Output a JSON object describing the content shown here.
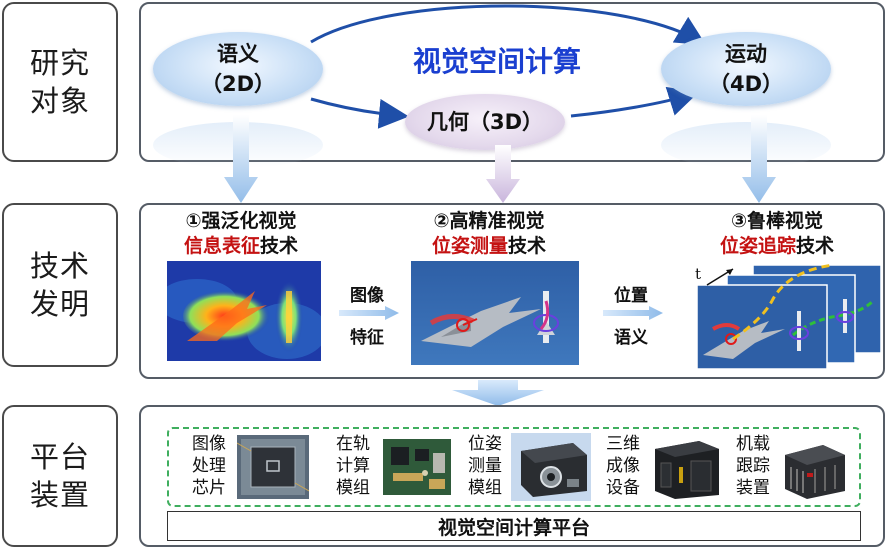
{
  "rows": {
    "research_object": [
      "研究",
      "对象"
    ],
    "tech_invention": [
      "技术",
      "发明"
    ],
    "platform_device": [
      "平台",
      "装置"
    ]
  },
  "research": {
    "center_title": "视觉空间计算",
    "semantic": {
      "line1": "语义",
      "line2": "（2D）"
    },
    "geometry": {
      "line1": "几何（3D）"
    },
    "motion": {
      "line1": "运动",
      "line2": "（4D）"
    }
  },
  "tech": {
    "t1": {
      "line1": "①强泛化视觉",
      "red": "信息表征",
      "black": "技术"
    },
    "t2": {
      "line1": "②高精准视觉",
      "red": "位姿测量",
      "black": "技术"
    },
    "t3": {
      "line1": "③鲁棒视觉",
      "red": "位姿追踪",
      "black": "技术"
    },
    "link1": [
      "图像",
      "特征"
    ],
    "link2": [
      "位置",
      "语义"
    ],
    "time_axis": "t"
  },
  "platform": {
    "devices": [
      {
        "label": [
          "图像",
          "处理",
          "芯片"
        ],
        "icon": "chip-icon"
      },
      {
        "label": [
          "在轨",
          "计算",
          "模组"
        ],
        "icon": "circuit-board-icon"
      },
      {
        "label": [
          "位姿",
          "测量",
          "模组"
        ],
        "icon": "camera-module-icon"
      },
      {
        "label": [
          "三维",
          "成像",
          "设备"
        ],
        "icon": "3d-imager-icon"
      },
      {
        "label": [
          "机载",
          "跟踪",
          "装置"
        ],
        "icon": "tracker-device-icon"
      }
    ],
    "bar": "视觉空间计算平台"
  },
  "colors": {
    "accent_blue": "#1a3fd0",
    "highlight_red": "#c41212",
    "dash_green": "#3fae5e",
    "arrow_blue": "#9cc4ee"
  }
}
